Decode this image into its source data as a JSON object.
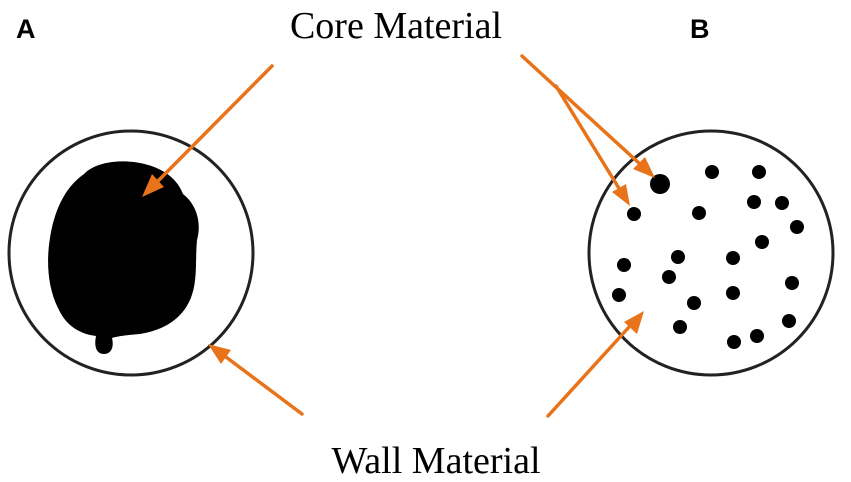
{
  "panels": {
    "a": {
      "letter": "A"
    },
    "b": {
      "letter": "B"
    }
  },
  "labels": {
    "core": "Core Material",
    "wall": "Wall Material"
  },
  "colors": {
    "arrow": "#e8731a",
    "outline": "#222222",
    "core": "#000000",
    "background": "#ffffff"
  }
}
